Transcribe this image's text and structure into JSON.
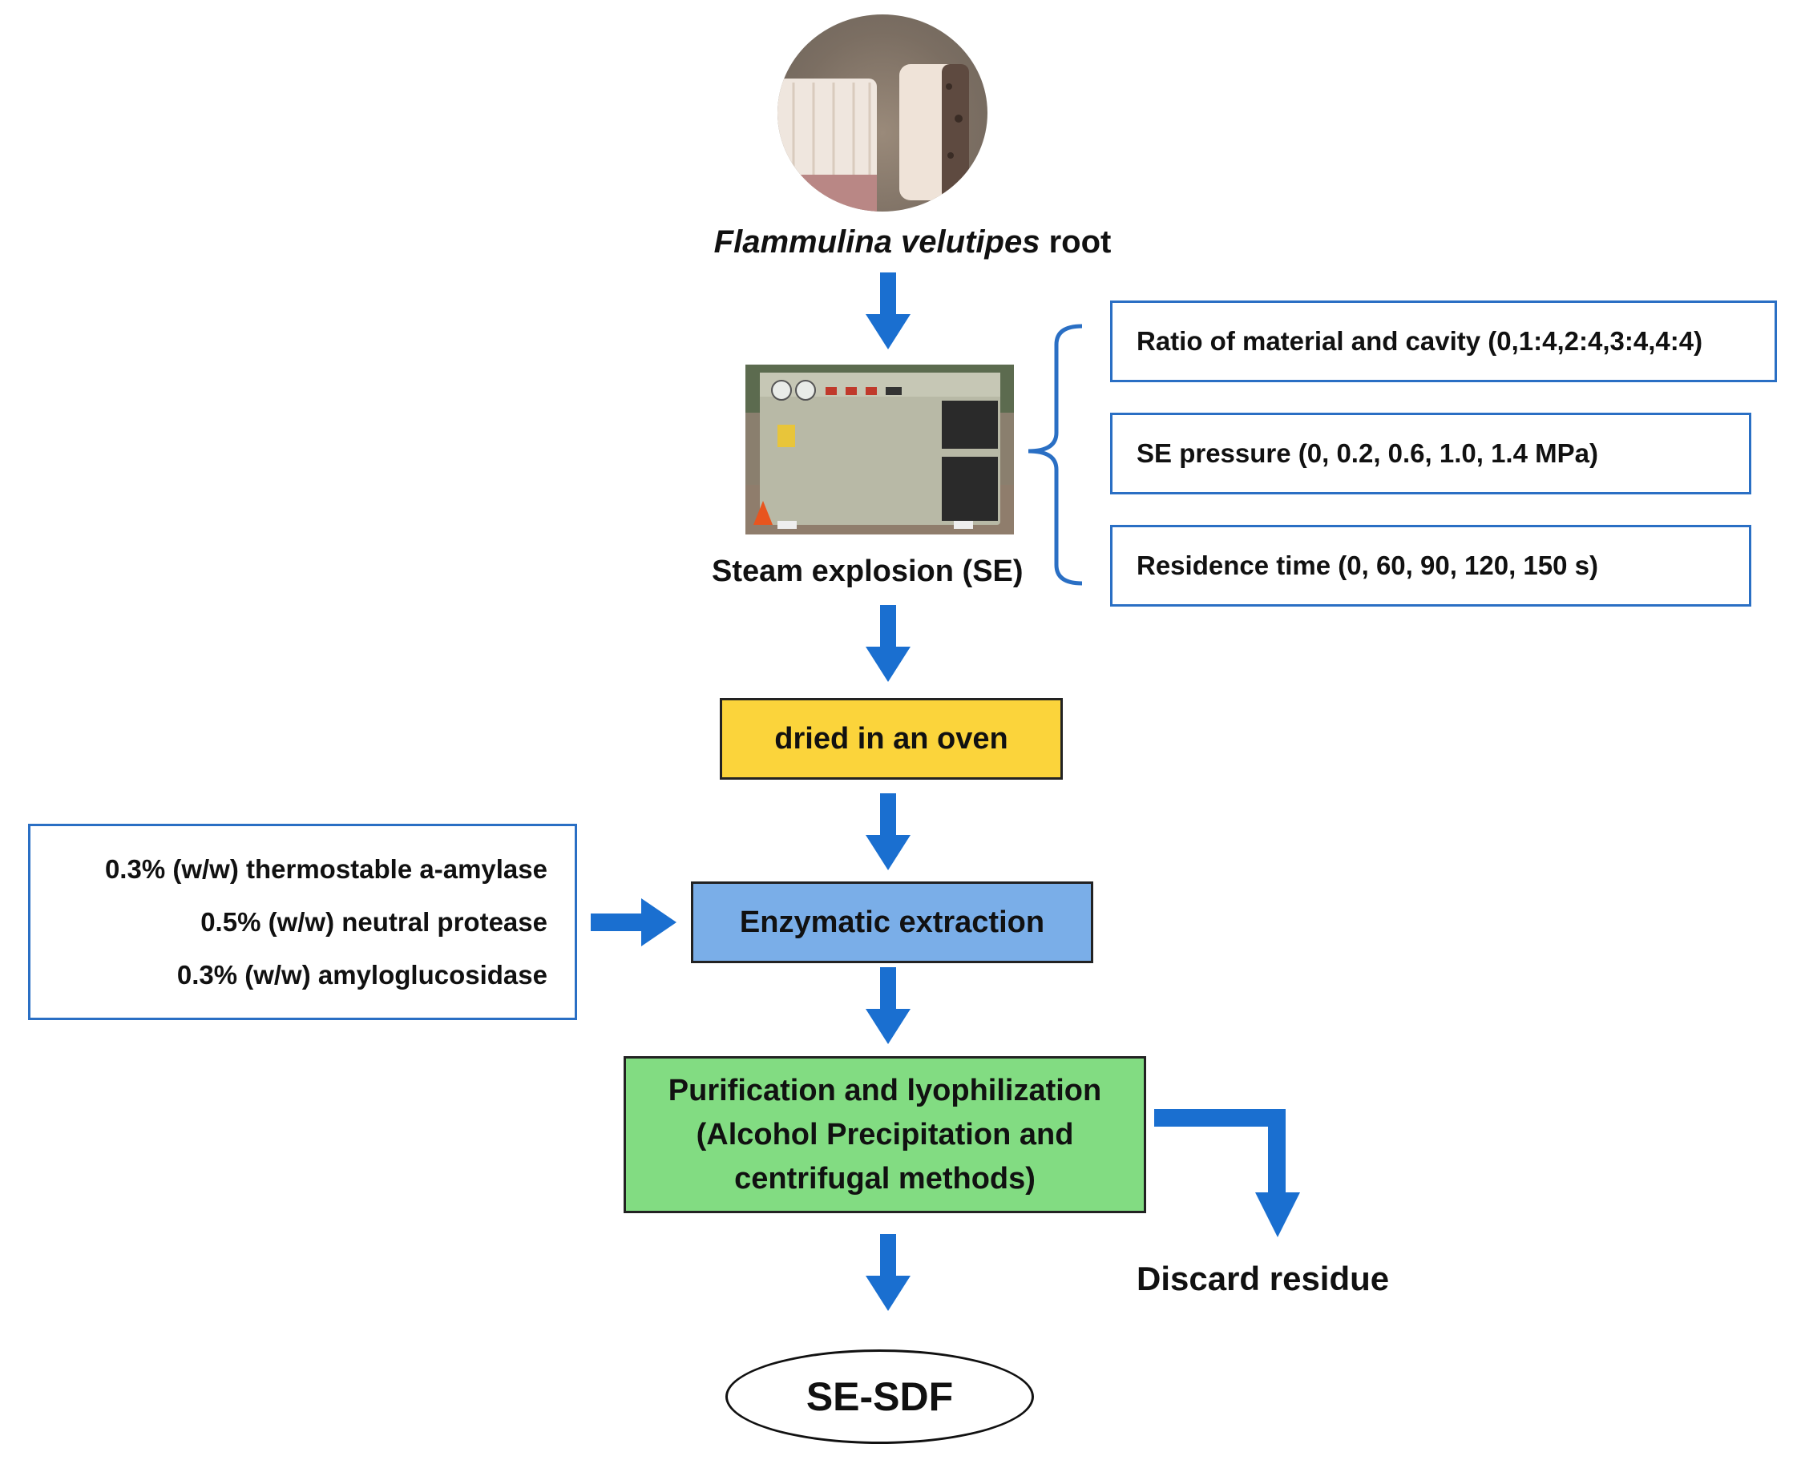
{
  "source": {
    "name_italic": "Flammulina velutipes",
    "name_rest": " root"
  },
  "steam": {
    "label": "Steam explosion (SE)"
  },
  "parameters": [
    {
      "text": "Ratio of material and cavity (0,1:4,2:4,3:4,4:4)"
    },
    {
      "text": "SE pressure (0, 0.2, 0.6, 1.0, 1.4 MPa)"
    },
    {
      "text": "Residence time (0, 60, 90, 120, 150 s)"
    }
  ],
  "oven": {
    "label": "dried in an oven",
    "color": "#fbd43b"
  },
  "enzymes": {
    "lines": [
      "0.3% (w/w) thermostable a-amylase",
      "0.5% (w/w) neutral protease",
      "0.3% (w/w) amyloglucosidase"
    ]
  },
  "extraction": {
    "label": "Enzymatic extraction",
    "color": "#7aaee8"
  },
  "purification": {
    "lines": [
      "Purification and lyophilization",
      "(Alcohol Precipitation and",
      "centrifugal methods)"
    ],
    "color": "#82dc82"
  },
  "residue": {
    "label": "Discard residue"
  },
  "product": {
    "label": "SE-SDF"
  },
  "colors": {
    "arrow": "#1a6fd0",
    "box_border": "#2a6fc4"
  }
}
